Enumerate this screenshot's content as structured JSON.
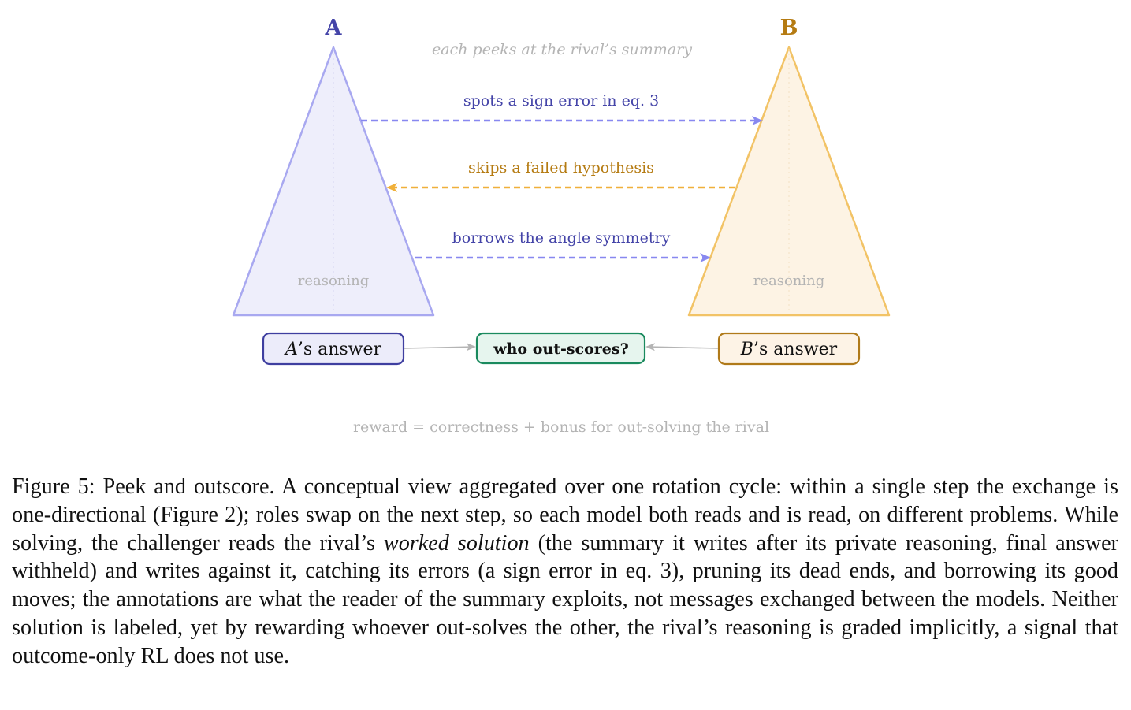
{
  "figure": {
    "model_a": {
      "label": "A",
      "inner_label": "reasoning",
      "answer_var": "A",
      "answer_suffix": "’s answer",
      "colors": {
        "stroke": "#a8a8f0",
        "fill": "#eeeefb",
        "text": "#4444a8",
        "box_stroke": "#3f3fa0",
        "box_fill": "#ececfa"
      }
    },
    "model_b": {
      "label": "B",
      "inner_label": "reasoning",
      "answer_var": "B",
      "answer_suffix": "’s answer",
      "colors": {
        "stroke": "#f2c366",
        "fill": "#fdf3e4",
        "text": "#b57b12",
        "box_stroke": "#b07a1a",
        "box_fill": "#fdf3e6"
      }
    },
    "top_note": "each peeks at the rival’s summary",
    "arrows": [
      {
        "label": "spots a sign error in eq. 3",
        "direction": "a-to-b",
        "color": "#8888f0",
        "label_color": "#4444a8"
      },
      {
        "label": "skips a failed hypothesis",
        "direction": "b-to-a",
        "color": "#f0b03a",
        "label_color": "#b57b12"
      },
      {
        "label": "borrows the angle symmetry",
        "direction": "a-to-b",
        "color": "#8888f0",
        "label_color": "#4444a8"
      }
    ],
    "center_box": {
      "label": "who out-scores?",
      "stroke": "#1a8a5e",
      "fill": "#e6f5ee"
    },
    "reward_note": "reward = correctness + bonus for out-solving the rival",
    "muted_color": "#b4b4b4"
  },
  "caption": {
    "prefix": "Figure 5: Peek and outscore. A conceptual view aggregated over one rotation cycle: within a single step the exchange is one-directional (Figure 2); roles swap on the next step, so each model both reads and is read, on different problems. While solving, the challenger reads the rival’s ",
    "emphasis": "worked solution",
    "suffix": " (the summary it writes after its private reasoning, final answer withheld) and writes against it, catching its errors (a sign error in eq. 3), pruning its dead ends, and borrowing its good moves; the annotations are what the reader of the summary exploits, not messages exchanged between the models. Neither solution is labeled, yet by rewarding whoever out-solves the other, the rival’s reasoning is graded implicitly, a signal that outcome-only RL does not use."
  }
}
